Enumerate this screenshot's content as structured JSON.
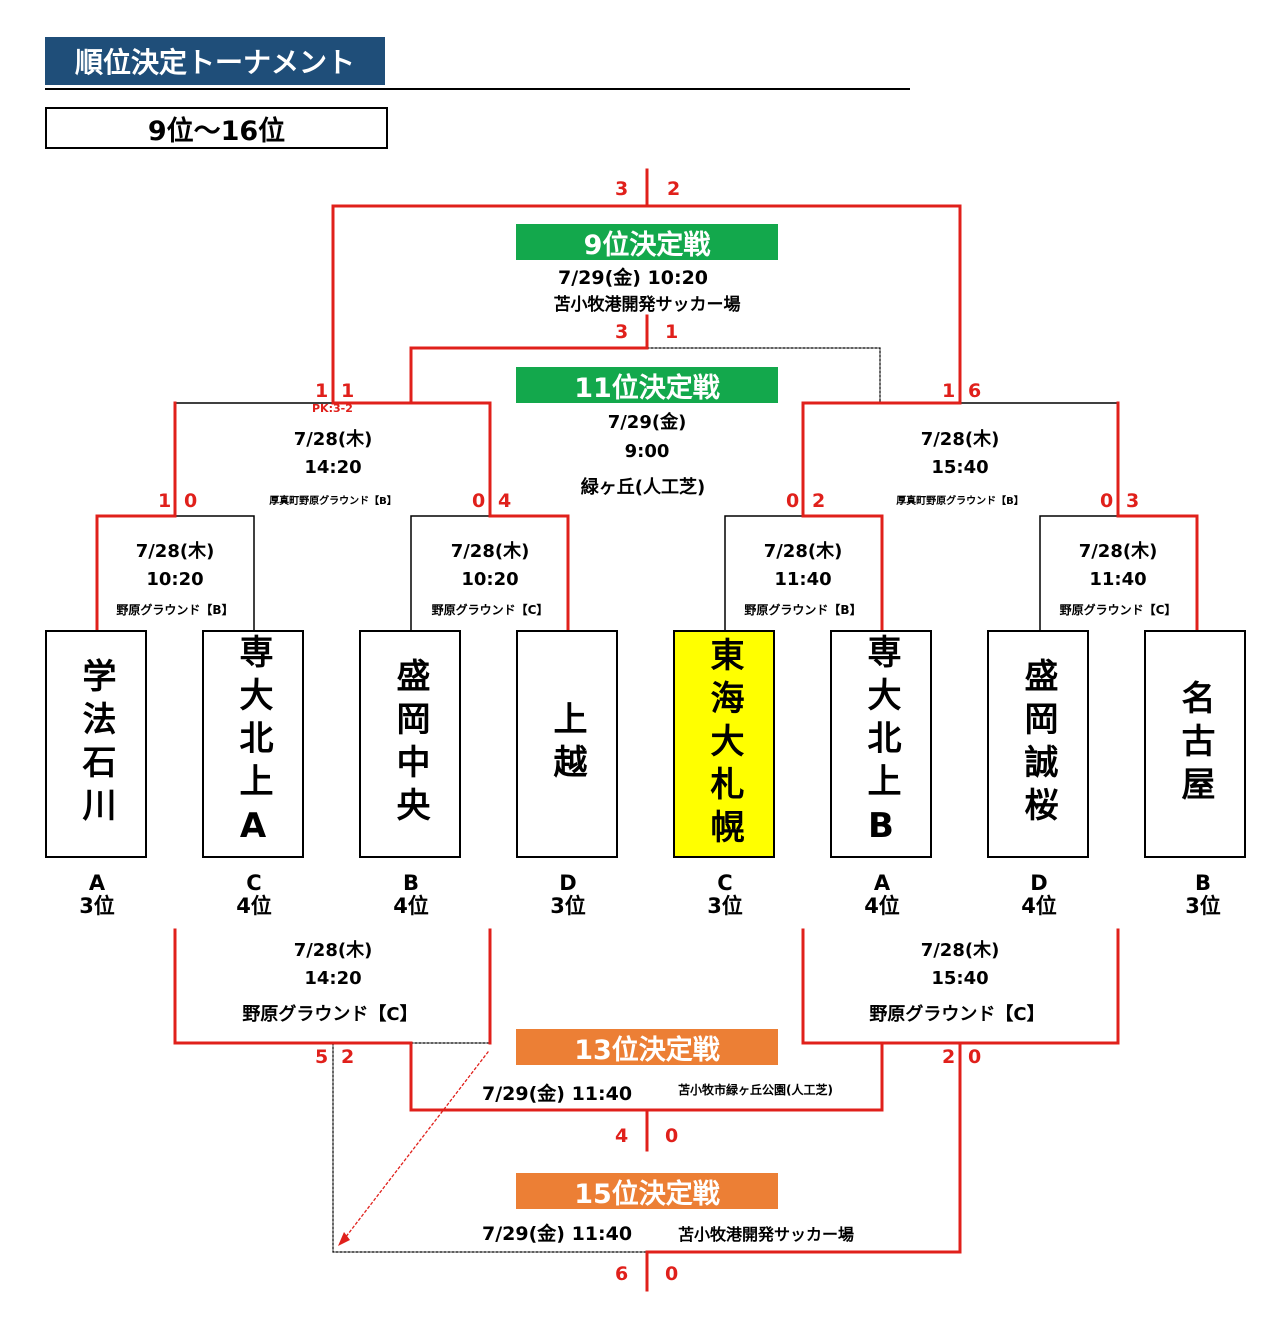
{
  "header": {
    "title": "順位決定トーナメント",
    "subtitle": "9位～16位"
  },
  "colors": {
    "bracket_line": "#e0201b",
    "final_green": "#13a84c",
    "final_orange": "#ec7f35",
    "title_bg": "#1f4e79",
    "highlight": "#ffff00"
  },
  "teams": [
    {
      "name": "学法石川",
      "group": "A",
      "rank": "3位",
      "highlight": false
    },
    {
      "name": "専大北上A",
      "group": "C",
      "rank": "4位",
      "highlight": false
    },
    {
      "name": "盛岡中央",
      "group": "B",
      "rank": "4位",
      "highlight": false
    },
    {
      "name": "上越",
      "group": "D",
      "rank": "3位",
      "highlight": false
    },
    {
      "name": "東海大札幌",
      "group": "C",
      "rank": "3位",
      "highlight": true
    },
    {
      "name": "専大北上B",
      "group": "A",
      "rank": "4位",
      "highlight": false
    },
    {
      "name": "盛岡誠桜",
      "group": "D",
      "rank": "4位",
      "highlight": false
    },
    {
      "name": "名古屋",
      "group": "B",
      "rank": "3位",
      "highlight": false
    }
  ],
  "round1": [
    {
      "date": "7/28(木)",
      "time": "10:20",
      "venue": "野原グラウンド【B】",
      "score_left": "1",
      "score_right": "0"
    },
    {
      "date": "7/28(木)",
      "time": "10:20",
      "venue": "野原グラウンド【C】",
      "score_left": "0",
      "score_right": "4"
    },
    {
      "date": "7/28(木)",
      "time": "11:40",
      "venue": "野原グラウンド【B】",
      "score_left": "0",
      "score_right": "2"
    },
    {
      "date": "7/28(木)",
      "time": "11:40",
      "venue": "野原グラウンド【C】",
      "score_left": "0",
      "score_right": "3"
    }
  ],
  "semis": [
    {
      "date": "7/28(木)",
      "time": "14:20",
      "venue": "厚真町野原グラウンド【B】",
      "score_left": "1",
      "score_right": "1",
      "pk": "PK:3-2"
    },
    {
      "date": "7/28(木)",
      "time": "15:40",
      "venue": "厚真町野原グラウンド【B】",
      "score_left": "1",
      "score_right": "6"
    }
  ],
  "lower_semis": [
    {
      "date": "7/28(木)",
      "time": "14:20",
      "venue": "野原グラウンド【C】",
      "score_left": "5",
      "score_right": "2"
    },
    {
      "date": "7/28(木)",
      "time": "15:40",
      "venue": "野原グラウンド【C】",
      "score_left": "2",
      "score_right": "0"
    }
  ],
  "finals": {
    "p9": {
      "label": "9位決定戦",
      "date": "7/29(金)  10:20",
      "venue": "苫小牧港開発サッカー場",
      "score_left": "3",
      "score_right": "2"
    },
    "p11": {
      "label": "11位決定戦",
      "date": "7/29(金)",
      "time": "9:00",
      "venue": "緑ヶ丘(人工芝)",
      "score_left": "3",
      "score_right": "1"
    },
    "p13": {
      "label": "13位決定戦",
      "date": "7/29(金)  11:40",
      "venue": "苫小牧市緑ヶ丘公園(人工芝)",
      "score_left": "4",
      "score_right": "0"
    },
    "p15": {
      "label": "15位決定戦",
      "date": "7/29(金)  11:40",
      "venue": "苫小牧港開発サッカー場",
      "score_left": "6",
      "score_right": "0"
    }
  }
}
